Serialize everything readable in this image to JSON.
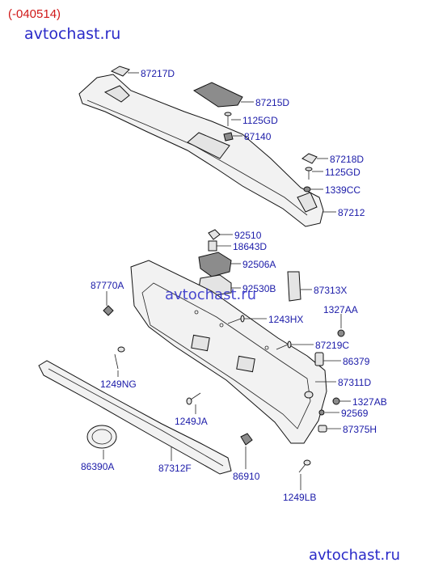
{
  "header": {
    "code": "(-040514)",
    "site": "avtochast.ru"
  },
  "watermark": {
    "center": "avtochast.ru",
    "bottom": "avtochast.ru"
  },
  "parts": {
    "p87217D": "87217D",
    "p87215D": "87215D",
    "p1125GD_a": "1125GD",
    "p87140": "87140",
    "p87218D": "87218D",
    "p1125GD_b": "1125GD",
    "p1339CC": "1339CC",
    "p87212": "87212",
    "p92510": "92510",
    "p18643D": "18643D",
    "p92506A": "92506A",
    "p87770A": "87770A",
    "p92530B": "92530B",
    "p87313X": "87313X",
    "p1243HX": "1243HX",
    "p1327AA": "1327AA",
    "p87219C": "87219C",
    "p86379": "86379",
    "p1249NG": "1249NG",
    "p87311D": "87311D",
    "p1327AB": "1327AB",
    "p92569": "92569",
    "p1249JA": "1249JA",
    "p87375H": "87375H",
    "p86390A": "86390A",
    "p87312F": "87312F",
    "p86910": "86910",
    "p1249LB": "1249LB"
  },
  "colors": {
    "label": "#1a1aa8",
    "header_code": "#d01818",
    "watermark": "#2a2ac8"
  }
}
